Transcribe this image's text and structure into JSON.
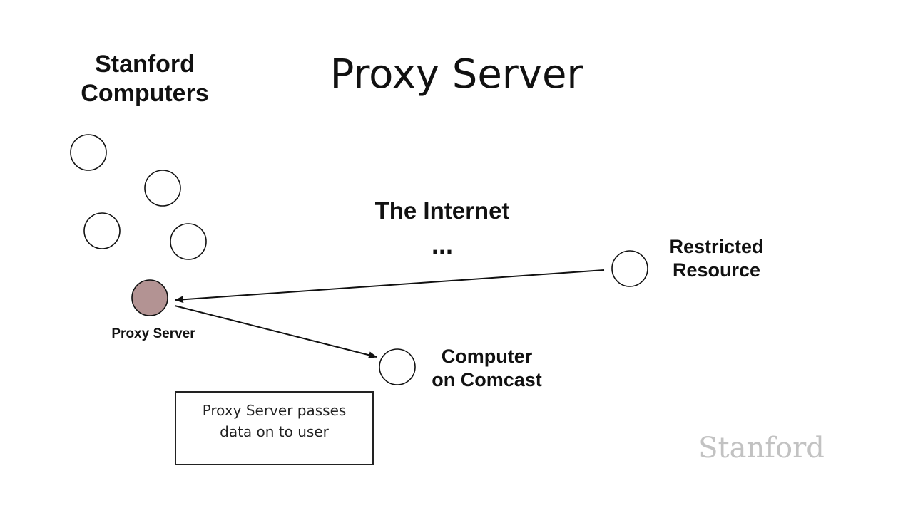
{
  "slide": {
    "title": "Proxy Server",
    "group_label_line1": "Stanford",
    "group_label_line2": "Computers",
    "internet_label": "The Internet",
    "ellipsis": "...",
    "restricted_label_line1": "Restricted",
    "restricted_label_line2": "Resource",
    "proxy_label": "Proxy Server",
    "computer_label_line1": "Computer",
    "computer_label_line2": "on Comcast",
    "note_text": "Proxy Server passes data on to user",
    "logo_text": "Stanford"
  },
  "colors": {
    "proxy_fill": "#b39393",
    "stroke": "#111111",
    "logo": "#c2c2c2"
  }
}
